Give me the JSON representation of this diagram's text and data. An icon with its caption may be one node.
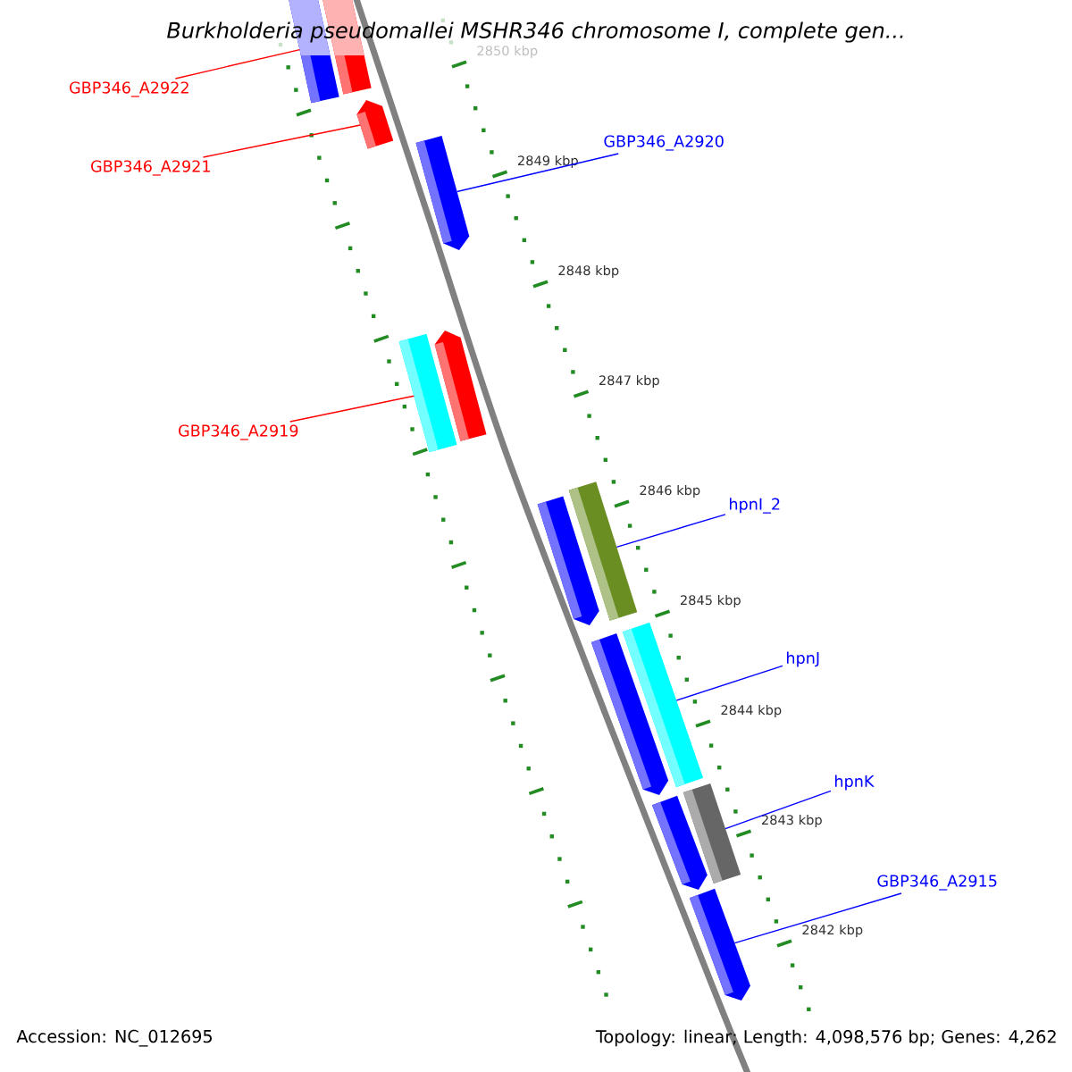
{
  "diagram": {
    "title": "Burkholderia pseudomallei MSHR346 chromosome I, complete gen...",
    "nodes": [
      {
        "text": [
          "GBP346_A2922"
        ]
      },
      {
        "text": [
          "GBP346_A2920"
        ]
      },
      {
        "text": [
          "GBP346_A2921"
        ]
      },
      {
        "text": [
          "GBP346_A2919"
        ]
      },
      {
        "text": [
          "hpnI_2"
        ]
      },
      {
        "text": [
          "hpnJ"
        ]
      },
      {
        "text": [
          "hpnK"
        ]
      },
      {
        "text": [
          "GBP346_A2915"
        ]
      },
      {
        "text": [],
        "shape": "bar"
      },
      {
        "text": [],
        "shape": "bar"
      },
      {
        "text": [],
        "shape": "bar"
      },
      {
        "text": [],
        "shape": "bar"
      },
      {
        "text": [],
        "shape": "bar"
      },
      {
        "text": [],
        "shape": "bar"
      },
      {
        "text": [],
        "shape": "bar"
      },
      {
        "text": [],
        "shape": "bar"
      },
      {
        "text": [],
        "shape": "bar"
      },
      {
        "text": [],
        "shape": "bar"
      },
      {
        "text": [],
        "shape": "bar"
      },
      {
        "text": [],
        "shape": "bar"
      },
      {
        "text": [],
        "shape": "bar"
      }
    ],
    "edges": [
      {
        "from": 0,
        "to": 8,
        "arrow": "none",
        "color": "#ff0000"
      },
      {
        "from": 1,
        "to": 11,
        "arrow": "none"
      },
      {
        "from": 2,
        "to": 10,
        "arrow": "none",
        "color": "#ff0000"
      },
      {
        "from": 3,
        "to": 12,
        "arrow": "none",
        "color": "#ff0000"
      },
      {
        "from": 4,
        "to": 15,
        "arrow": "none"
      },
      {
        "from": 5,
        "to": 17,
        "arrow": "none"
      },
      {
        "from": 6,
        "to": 19,
        "arrow": "none"
      },
      {
        "from": 7,
        "to": 20,
        "arrow": "none"
      }
    ],
    "labels": [
      "2850 kbp",
      "2849 kbp",
      "2848 kbp",
      "2847 kbp",
      "2846 kbp",
      "2845 kbp",
      "2844 kbp",
      "2843 kbp",
      "2842 kbp",
      "Accession: NC_012695",
      "Topology: linear; Length: 4,098,576 bp; Genes: 4,262"
    ]
  }
}
